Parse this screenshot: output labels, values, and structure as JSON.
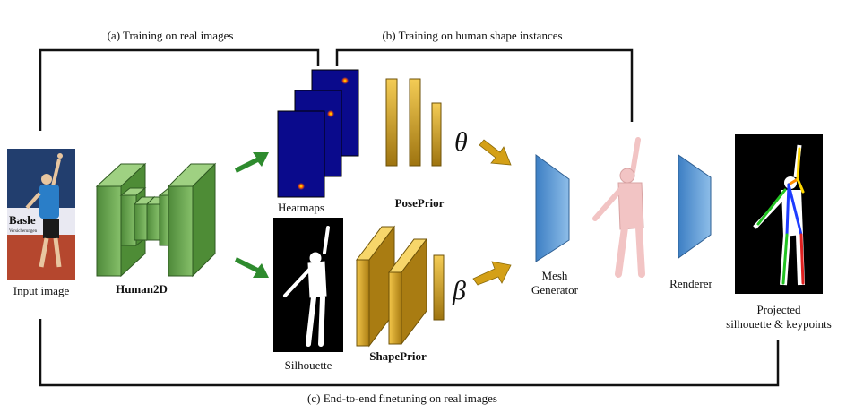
{
  "labels": {
    "training_real": "(a) Training on real images",
    "training_shape": "(b) Training on human shape instances",
    "finetune": "(c) End-to-end finetuning on real images",
    "input_image": "Input image",
    "human2d": "Human2D",
    "heatmaps": "Heatmaps",
    "silhouette": "Silhouette",
    "pose_prior": "PosePrior",
    "shape_prior": "ShapePrior",
    "theta": "θ",
    "beta": "β",
    "mesh_generator_1": "Mesh",
    "mesh_generator_2": "Generator",
    "renderer": "Renderer",
    "projected_1": "Projected",
    "projected_2": "silhouette & keypoints"
  },
  "photo_text": {
    "banner_1": "Basle",
    "banner_2": "Versicherungen"
  },
  "colors": {
    "green_block": "#6aa84f",
    "heatmap_blue": "#0a0a8c",
    "prior_gold": "#c8a020",
    "blue_block": "#5b9bd5",
    "arrow_green": "#2e8b2e",
    "arrow_gold": "#d4a017",
    "body_pink": "#f2c4c4"
  }
}
